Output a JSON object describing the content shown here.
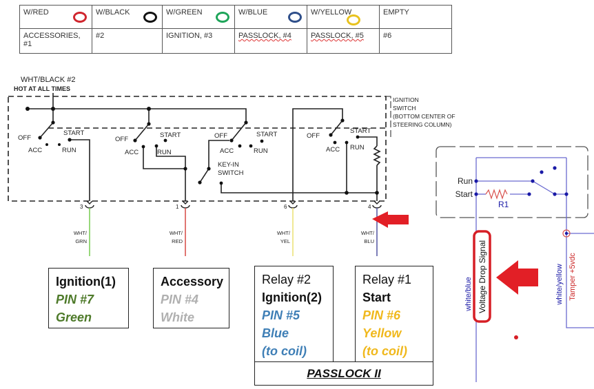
{
  "connector_table": {
    "columns": [
      {
        "color_label": "W/RED",
        "ring_color": "#d0262e",
        "function": "ACCESSORIES, #1"
      },
      {
        "color_label": "W/BLACK",
        "ring_color": "#111111",
        "function": "#2"
      },
      {
        "color_label": "W/GREEN",
        "ring_color": "#1fa55a",
        "function": "IGNITION,  #3"
      },
      {
        "color_label": "W/BLUE",
        "ring_color": "#2f4f8a",
        "function": "PASSLOCK, #4"
      },
      {
        "color_label": "W/YELLOW",
        "ring_color": "#e8c21e",
        "function": "PASSLOCK, #5"
      },
      {
        "color_label": "EMPTY",
        "ring_color": null,
        "function": "#6"
      }
    ]
  },
  "switch_diagram": {
    "feed_label": "WHT/BLACK #2",
    "feed_sublabel": "HOT AT ALL TIMES",
    "switch_title_lines": [
      "IGNITION",
      "SWITCH",
      "(BOTTOM CENTER OF",
      "STEERING COLUMN)"
    ],
    "positions": {
      "off": "OFF",
      "acc": "ACC",
      "start": "START",
      "run": "RUN"
    },
    "keyin_lines": [
      "KEY-IN",
      "SWITCH"
    ],
    "terminals": [
      {
        "pin": "3",
        "wire_lines": [
          "WHT/",
          "GRN"
        ],
        "wire_color": "#7fcf5a"
      },
      {
        "pin": "1",
        "wire_lines": [
          "WHT/",
          "RED"
        ],
        "wire_color": "#d9534f"
      },
      {
        "pin": "6",
        "wire_lines": [
          "WHT/",
          "YEL"
        ],
        "wire_color": "#ece27a"
      },
      {
        "pin": "4",
        "wire_lines": [
          "WHT/",
          "BLU"
        ],
        "wire_color": "#5b5ea6"
      }
    ]
  },
  "relay_diagram": {
    "run_label": "Run",
    "start_label": "Start",
    "resistor_label": "R1",
    "wire_left_label": "white/blue",
    "signal_label": "Voltage Drop Signal",
    "wire_right_label": "white/yellow",
    "tamper_label": "Tamper +5vdc"
  },
  "legend": {
    "ignition1": {
      "title": "Ignition(1)",
      "pin": "PIN #7",
      "color": "Green",
      "text_color": "#4e7a2a"
    },
    "accessory": {
      "title": "Accessory",
      "pin": "PIN #4",
      "color": "White",
      "text_color": "#b0b0b0"
    },
    "relay2": {
      "heading": "Relay #2",
      "title": "Ignition(2)",
      "pin": "PIN #5",
      "color": "Blue",
      "note": "(to coil)",
      "text_color": "#3f7fb6"
    },
    "relay1": {
      "heading": "Relay #1",
      "title": "Start",
      "pin": "PIN #6",
      "color": "Yellow",
      "note": "(to coil)",
      "text_color": "#f0b81c"
    },
    "footer": "PASSLOCK II"
  },
  "colors": {
    "arrow_red": "#e21f26",
    "schematic_line": "#222222",
    "relay_blue": "#1a1aa6",
    "relay_line": "#6a6ad0"
  }
}
